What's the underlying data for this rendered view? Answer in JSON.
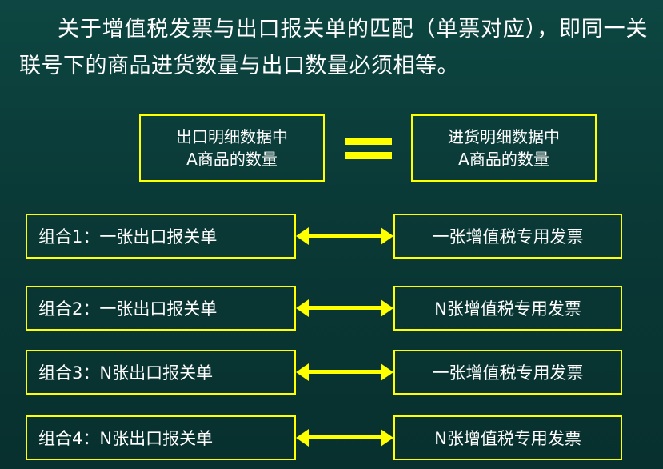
{
  "heading": {
    "text": "关于增值税发票与出口报关单的匹配（单票对应），即同一关联号下的商品进货数量与出口数量必须相等。"
  },
  "top_pair": {
    "left_box": {
      "line1": "出口明细数据中",
      "line2": "A商品的数量"
    },
    "operator": "equals-sign",
    "right_box": {
      "line1": "进货明细数据中",
      "line2": "A商品的数量"
    }
  },
  "combinations": [
    {
      "left": "组合1：一张出口报关单",
      "connector": "double-arrow",
      "right": "一张增值税专用发票"
    },
    {
      "left": "组合2：一张出口报关单",
      "connector": "double-arrow",
      "right": "N张增值税专用发票"
    },
    {
      "left": "组合3：N张出口报关单",
      "connector": "double-arrow",
      "right": "一张增值税专用发票"
    },
    {
      "left": "组合4：N张出口报关单",
      "connector": "double-arrow",
      "right": "N张增值税专用发票"
    }
  ],
  "colors": {
    "background": "#0b3d3a",
    "accent": "#ffff00",
    "text": "#ffffff"
  }
}
